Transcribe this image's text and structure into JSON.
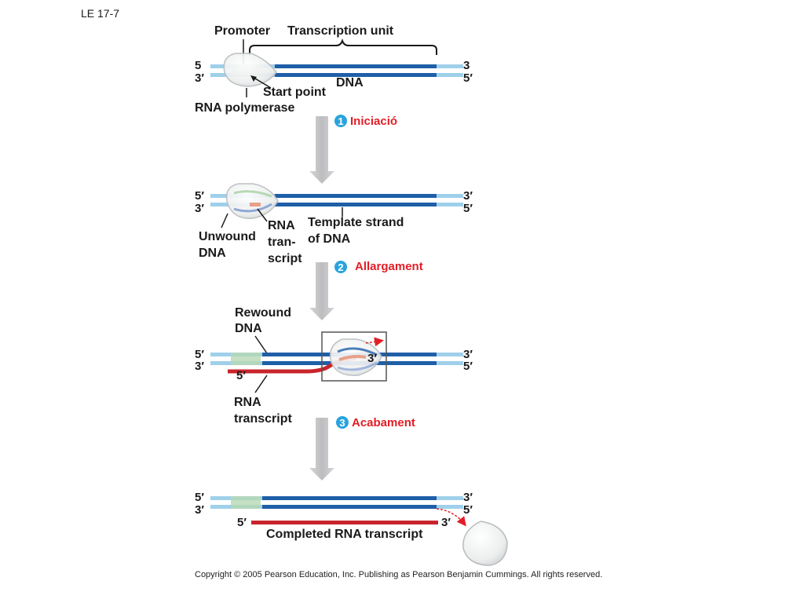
{
  "slide_label": "LE 17-7",
  "colors": {
    "dna_dark": "#1f5fa8",
    "dna_light": "#9fd0ea",
    "promoter_green": "#b7d8b4",
    "rna_red": "#c8242b",
    "rna_pink": "#e8a08a",
    "step_red": "#e21e26",
    "step_badge": "#2aa3dc",
    "arrow_gray": "#c8c8ca",
    "polymerase_fill": "#eef0f0"
  },
  "panel1": {
    "promoter": "Promoter",
    "transcription_unit": "Transcription unit",
    "top_left": "5",
    "bottom_left": "3′",
    "top_right": "3",
    "bottom_right": "5′",
    "dna": "DNA",
    "start_point": "Start point",
    "rna_polymerase": "RNA polymerase"
  },
  "steps": [
    {
      "num": "1",
      "label": "Iniciació"
    },
    {
      "num": "2",
      "label": "Allargament"
    },
    {
      "num": "3",
      "label": "Acabament"
    }
  ],
  "panel2": {
    "top_left": "5′",
    "bottom_left": "3′",
    "top_right": "3′",
    "bottom_right": "5′",
    "rna_transcript_l1": "RNA",
    "rna_transcript_l2": "tran-",
    "rna_transcript_l3": "script",
    "template_l1": "Template strand",
    "template_l2": "of DNA",
    "unwound_l1": "Unwound",
    "unwound_l2": "DNA"
  },
  "panel3": {
    "rewound_l1": "Rewound",
    "rewound_l2": "DNA",
    "top_left": "5′",
    "bottom_left": "3′",
    "top_right": "3′",
    "bottom_right": "5′",
    "rna_five": "5′",
    "rna_three": "3′",
    "rna_transcript_l1": "RNA",
    "rna_transcript_l2": "transcript"
  },
  "panel4": {
    "top_left": "5′",
    "bottom_left": "3′",
    "top_right": "3′",
    "bottom_right": "5′",
    "rna_five": "5′",
    "rna_three": "3′",
    "completed": "Completed RNA transcript"
  },
  "copyright": "Copyright © 2005 Pearson Education, Inc. Publishing as Pearson Benjamin Cummings. All rights reserved."
}
